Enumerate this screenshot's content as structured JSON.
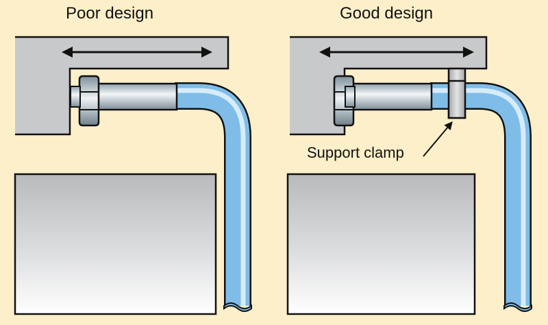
{
  "panels": [
    {
      "title": "Poor design"
    },
    {
      "title": "Good design",
      "annotation": "Support clamp"
    }
  ],
  "colors": {
    "background": "#fdefc9",
    "frame": "#c8c9ca",
    "pipe": "#7fbde8",
    "pipe_highlight": "#e6f4fd",
    "outline": "#111111"
  }
}
